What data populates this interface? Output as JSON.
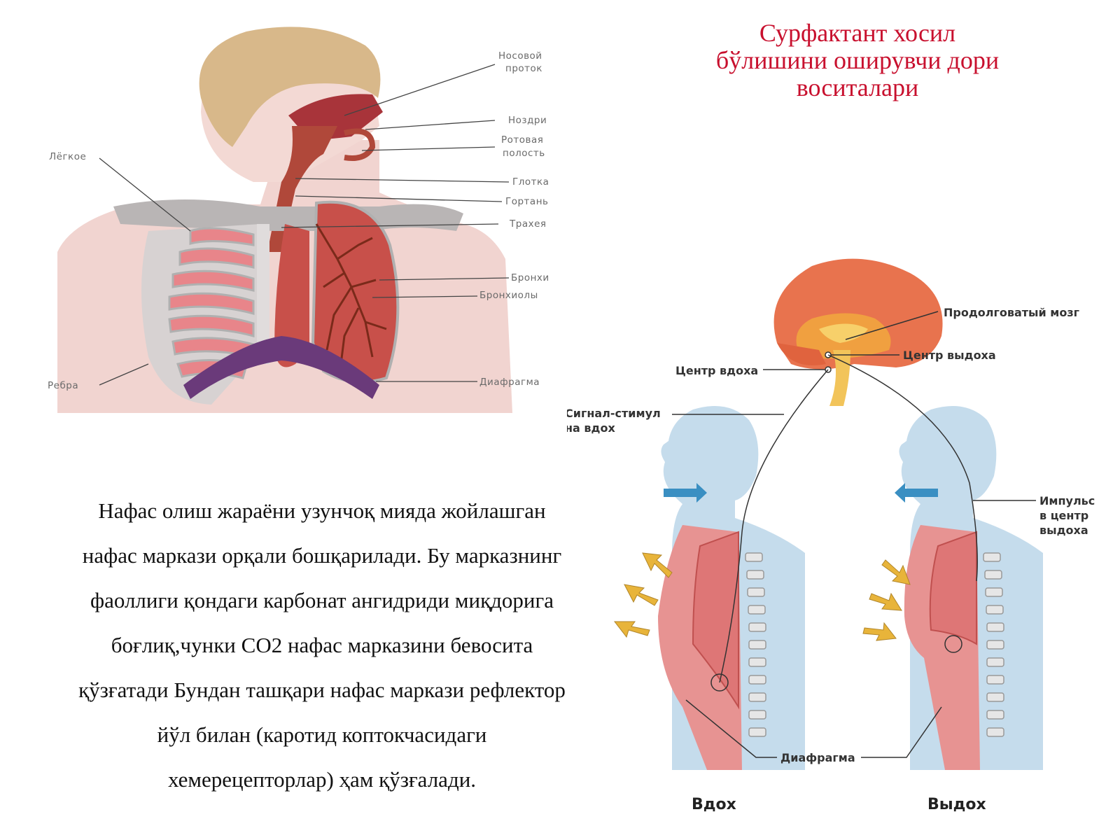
{
  "title": {
    "lines": [
      "Сурфактант хосил",
      "бўлишини оширувчи дори",
      "воситалари"
    ]
  },
  "paragraph": {
    "lines": [
      "Нафас олиш жараёни узунчоқ мияда жойлашган",
      "нафас маркази орқали бошқарилади. Бу марказнинг",
      "фаоллиги қондаги карбонат ангидриди миқдорига",
      "боғлиқ,чунки СО2 нафас марказини бевосита",
      "қўзғатади Бундан ташқари нафас маркази рефлектор",
      "йўл билан (каротид коптокчасидаги",
      "хемерецепторлар) ҳам қўзғалади."
    ]
  },
  "anatomy_labels": {
    "nasal_passage": [
      "Носовой",
      "проток"
    ],
    "nostrils": "Ноздри",
    "oral_cavity": [
      "Ротовая",
      "полость"
    ],
    "pharynx": "Глотка",
    "larynx": "Гортань",
    "trachea": "Трахея",
    "lung": "Лёгкое",
    "bronchi": "Бронхи",
    "bronchioles": "Бронхиолы",
    "ribs": "Ребра",
    "diaphragm": "Диафрагма"
  },
  "regulation_labels": {
    "medulla": "Продолговатый мозг",
    "exhale_center": "Центр выдоха",
    "inhale_center": "Центр вдоха",
    "signal": [
      "Сигнал-стимул",
      "на вдох"
    ],
    "impulse": [
      "Импульс",
      "в центр",
      "выдоха"
    ],
    "diaphragm": "Диафрагма",
    "inhale": "Вдох",
    "exhale": "Выдох"
  },
  "colors": {
    "title": "#c8102e",
    "skin": "#f1d4d0",
    "hair": "#d8b88a",
    "lung": "#c8504a",
    "bronchi": "#7a2a1a",
    "ribs": "#e8858a",
    "diaphragm": "#6a3a7a",
    "body_blue": "#c5dcec",
    "brain": "#e8734e",
    "arrow_blue": "#3a8fc2",
    "arrow_yellow": "#e8b43a"
  }
}
